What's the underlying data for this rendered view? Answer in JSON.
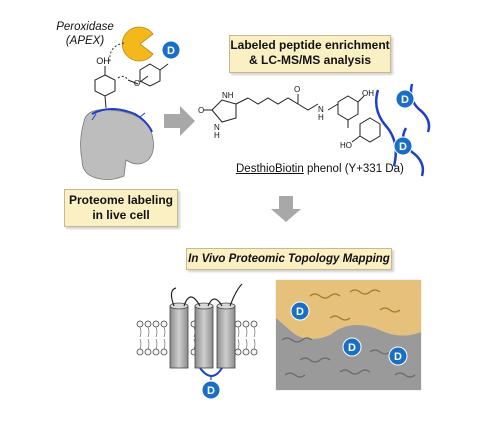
{
  "enzyme": {
    "line1": "Peroxidase",
    "line2": "(APEX)"
  },
  "phenol_label": "OH",
  "tag_letter": "D",
  "box_enrichment": {
    "line1": "Labeled peptide enrichment",
    "line2": "& LC-MS/MS analysis"
  },
  "box_proteome": {
    "line1": "Proteome labeling",
    "line2": "in live cell"
  },
  "box_topology": "In Vivo Proteomic Topology  Mapping",
  "probe_caption": {
    "underlined": "DesthioBiotin",
    "rest": " phenol (Y+331 Da)"
  },
  "structure_labels": {
    "oh1": "OH",
    "oh2": "HO",
    "nh1": "NH",
    "nh2": "N",
    "h": "H",
    "nh3": "N",
    "h2": "H",
    "o": "O",
    "o2": "O"
  },
  "colors": {
    "tag_blue": "#1a6fc4",
    "box_fill": "#fbefc4",
    "arrow_gray": "#a8a8a8",
    "pac_yellow": "#f4b81c",
    "protein_gray": "#bdbdbd",
    "peptide_blue": "#1f3fc8"
  }
}
